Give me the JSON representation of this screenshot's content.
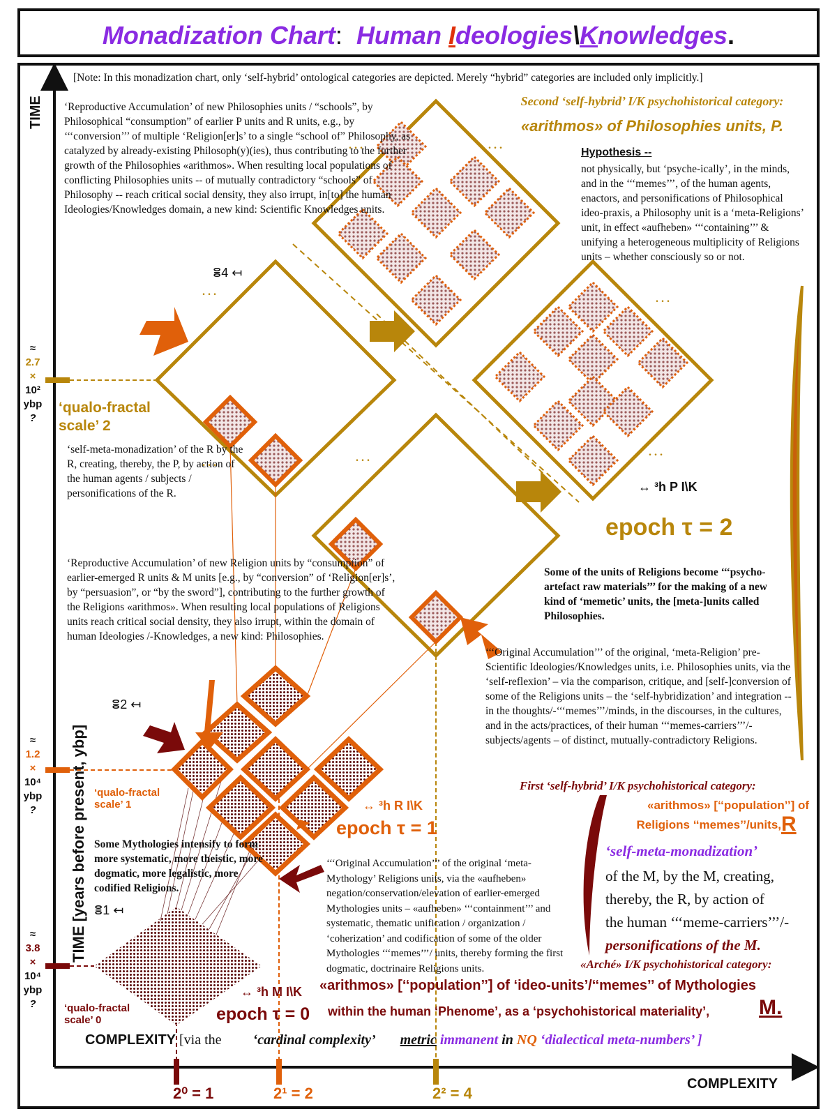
{
  "title": {
    "part1": "Monadization Chart",
    "colon": ":",
    "part2": "Human ",
    "i_letter": "I",
    "part3": "deologies",
    "sep": "\\",
    "k_letter": "K",
    "part4": "nowledges",
    "period": "."
  },
  "note": "[Note:  In this monadization chart, only ‘self-hybrid’ ontological categories are depicted.  Merely “hybrid” categories are included only implicitly.]",
  "axes": {
    "y_top": "TIME",
    "y_side": "TIME [years before present, ybp]",
    "x_right": "COMPLEXITY",
    "x_bottom_prefix": "COMPLEXITY",
    "x_bottom_via": "[via the",
    "x_bottom_cardinal": "‘cardinal complexity’",
    "x_bottom_metric": "metric",
    "x_bottom_immanent": "immanent",
    "x_bottom_in": "in",
    "x_bottom_nq": "NQ",
    "x_bottom_dialectical": "‘dialectical meta-numbers’ ]"
  },
  "x_ticks": [
    "2⁰ = 1",
    "2¹ = 2",
    "2² = 4"
  ],
  "y_ticks": [
    {
      "approx": "≈",
      "mant": "2.7",
      "times": "×",
      "pow": "10²",
      "unit": "ybp",
      "q": "?"
    },
    {
      "approx": "≈",
      "mant": "1.2",
      "times": "×",
      "pow": "10⁴",
      "unit": "ybp",
      "q": "?"
    },
    {
      "approx": "≈",
      "mant": "3.8",
      "times": "×",
      "pow": "10⁴",
      "unit": "ybp",
      "q": "?"
    }
  ],
  "qualo": [
    "‘qualo-fractal scale’ 2",
    "‘qualo-fractal scale’ 1",
    "‘qualo-fractal scale’ 0"
  ],
  "epochs": [
    "epoch τ = 2",
    "epoch τ = 1",
    "epoch τ = 0"
  ],
  "blocks": {
    "repro_p": "‘Reproductive Accumulation’ of new Philosophies units / “schools”, by Philosophical “consumption” of earlier P units and R units, e.g., by ‘‘‘conversion’’’ of multiple ‘Religion[er]s’ to a single “school of” Philosophy, as catalyzed by already-existing Philosoph(y)(ies), thus contributing to the further growth of the Philosophies «arithmos». When resulting local populations of conflicting Philosophies units -- of mutually contradictory “schools” of Philosophy -- reach critical social density, they also irrupt, in[to] the human Ideologies/Knowledges domain, a new kind:  Scientific Knowledges units.",
    "second_cat": "Second ‘self-hybrid’ I/K psychohistorical category:",
    "arithmos_p": "«arithmos» of Philosophies units, P.",
    "hypothesis_head": "Hypothesis --",
    "hypothesis": "not physically, but ‘psyche-ically’, in the minds, and in the ‘‘‘memes’’’, of the human agents, enactors, and personifications of Philosophical ideo-praxis, a Philosophy unit is a ‘meta-Religions’ unit, in effect «aufheben» ‘‘‘containing’’’ & unifying a heterogeneous multiplicity of Religions units – whether consciously so or not.",
    "self_meta_r": "‘self-meta-monadization’ of the R by the R, creating, thereby, the P, by action of the human agents / subjects / personifications of the R.",
    "repro_r": "‘Reproductive Accumulation’ of new Religion units by “consumption” of earlier-emerged R units & M units [e.g., by “conversion” of ‘Religion[er]s’, by “persuasion”, or “by the sword”], contributing to the further growth of the Religions «arithmos». When resulting local populations of Religions units reach critical social density, they also irrupt, within the domain of human Ideologies /-Knowledges, a new kind:  Philosophies.",
    "raw_materials": "Some of the units of Religions become ‘‘‘psycho-artefact raw materials’’’ for the making of a new kind of ‘memetic’ units, the [meta-]units called Philosophies.",
    "orig_p": "‘‘‘Original Accumulation’’’ of the original, ‘meta-Religion’ pre-Scientific Ideologies/Knowledges units, i.e. Philosophies units, via the ‘self-reflexion’ – via the comparison, critique, and [self-]conversion of some of the Religions units – the ‘self-hybridization’ and integration -- in the thoughts/-‘‘‘memes’’’/minds, in the discourses, in the cultures, and in the acts/practices, of their human ‘‘‘memes-carriers’’’/-subjects/agents – of distinct, mutually-contradictory Religions.",
    "first_cat": "First ‘self-hybrid’ I/K psychohistorical category:",
    "arithmos_r1": "«arithmos» [‘‘population’’] of",
    "arithmos_r2": "Religions ‘‘memes’’/units,",
    "r_letter": "R",
    "self_meta_m": "‘self-meta-monadization’",
    "self_meta_m2": "of the M, by the M, creating,",
    "self_meta_m3": "thereby, the R, by action of",
    "self_meta_m4": "the human ‘‘‘meme-carriers’’’/-",
    "self_meta_m5": "personifications of the M.",
    "mythologies": "Some Mythologies intensify to form more systematic, more theistic, more dogmatic, more legalistic, more codified Religions.",
    "orig_r": "‘‘‘Original Accumulation’’’ of the original ‘meta-Mythology’ Religions units, via the «aufheben» negation/conservation/elevation of earlier-emerged Mythologies units – «aufheben» ‘‘‘containment’’’ and systematic, thematic unification / organization / ‘coherization’ and codification of some of the older Mythologies ‘‘‘memes’’’/ units, thereby forming the first dogmatic, doctrinaire Religions units.",
    "arche": "«Arché» I/K psychohistorical category:",
    "arithmos_m1": "«arithmos» [‘‘population’’] of ‘ideo-units’/‘‘memes’’ of Mythologies",
    "arithmos_m2": "within the human ‘Phenome’, as a ‘psychohistorical materiality’,",
    "m_letter": "M."
  },
  "operators": {
    "op4": "ⴻ4 ↤",
    "op2": "ⴻ2 ↤",
    "op1": "ⴻ1 ↤",
    "hP": "↔ ³h P  I\\K",
    "hR": "↔ ³h R  I\\K",
    "hM": "↔ ³h M  I\\K"
  },
  "dots": ". . ."
}
